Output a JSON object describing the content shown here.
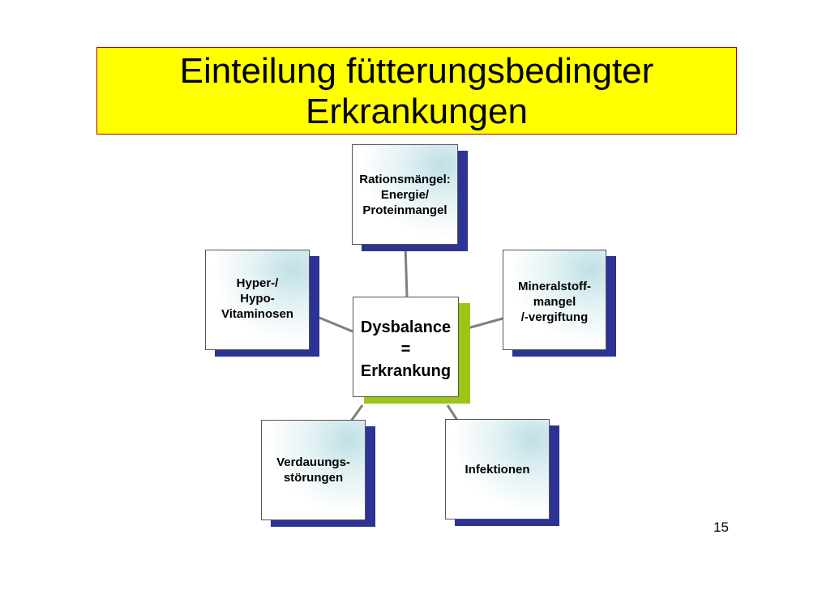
{
  "slide": {
    "title_line1": "Einteilung fütterungsbedingter",
    "title_line2": "Erkrankungen",
    "page_number": "15"
  },
  "diagram": {
    "center": {
      "lines": [
        "Dysbalance",
        "=",
        "Erkrankung"
      ]
    },
    "nodes": {
      "rationsmaengel": {
        "lines": [
          "Rationsmängel:",
          "Energie/",
          "Proteinmangel"
        ]
      },
      "vitaminosen": {
        "lines": [
          "Hyper-/",
          "Hypo-",
          "Vitaminosen"
        ]
      },
      "mineralstoff": {
        "lines": [
          "Mineralstoff-",
          "mangel",
          "/-vergiftung"
        ]
      },
      "verdauung": {
        "lines": [
          "Verdauungs-",
          "störungen"
        ]
      },
      "infektionen": {
        "lines": [
          "Infektionen"
        ]
      }
    }
  },
  "colors": {
    "title_background": "#ffff00",
    "title_border": "#b00000",
    "node_shadow": "#2c3394",
    "center_shadow": "#9bc618",
    "node_gradient": "#bfe0e6",
    "connector": "#7f7f7f"
  }
}
